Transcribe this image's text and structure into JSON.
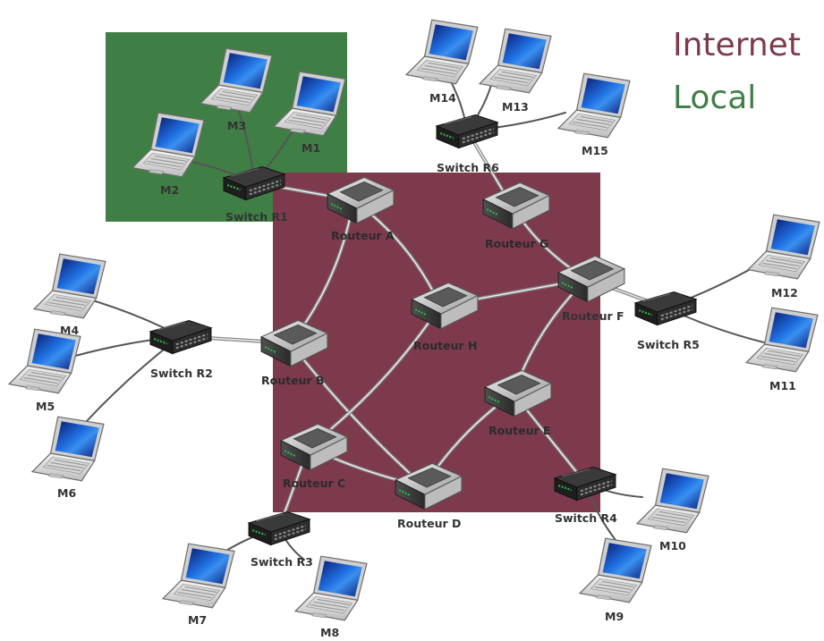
{
  "legend": {
    "internet_label": "Internet",
    "local_label": "Local",
    "colors": {
      "internet": "#7d3a4d",
      "local": "#3f7f45"
    }
  },
  "routers": {
    "A": "Routeur A",
    "B": "Routeur B",
    "C": "Routeur C",
    "D": "Routeur D",
    "E": "Routeur E",
    "F": "Routeur F",
    "G": "Routeur G",
    "H": "Routeur H"
  },
  "switches": {
    "R1": "Switch R1",
    "R2": "Switch R2",
    "R3": "Switch R3",
    "R4": "Switch R4",
    "R5": "Switch R5",
    "R6": "Switch R6"
  },
  "machines": {
    "M1": "M1",
    "M2": "M2",
    "M3": "M3",
    "M4": "M4",
    "M5": "M5",
    "M6": "M6",
    "M7": "M7",
    "M8": "M8",
    "M9": "M9",
    "M10": "M10",
    "M11": "M11",
    "M12": "M12",
    "M13": "M13",
    "M14": "M14",
    "M15": "M15"
  },
  "router_links": [
    [
      "A",
      "B"
    ],
    [
      "A",
      "H"
    ],
    [
      "A",
      "R1"
    ],
    [
      "B",
      "R2"
    ],
    [
      "B",
      "D"
    ],
    [
      "C",
      "H"
    ],
    [
      "C",
      "D"
    ],
    [
      "C",
      "R3"
    ],
    [
      "D",
      "E"
    ],
    [
      "E",
      "F"
    ],
    [
      "E",
      "R4"
    ],
    [
      "F",
      "H"
    ],
    [
      "F",
      "G"
    ],
    [
      "F",
      "R5"
    ],
    [
      "G",
      "R6"
    ]
  ],
  "machine_links": [
    [
      "R1",
      "M1"
    ],
    [
      "R1",
      "M2"
    ],
    [
      "R1",
      "M3"
    ],
    [
      "R2",
      "M4"
    ],
    [
      "R2",
      "M5"
    ],
    [
      "R2",
      "M6"
    ],
    [
      "R3",
      "M7"
    ],
    [
      "R3",
      "M8"
    ],
    [
      "R4",
      "M9"
    ],
    [
      "R4",
      "M10"
    ],
    [
      "R5",
      "M11"
    ],
    [
      "R5",
      "M12"
    ],
    [
      "R6",
      "M13"
    ],
    [
      "R6",
      "M14"
    ],
    [
      "R6",
      "M15"
    ]
  ]
}
